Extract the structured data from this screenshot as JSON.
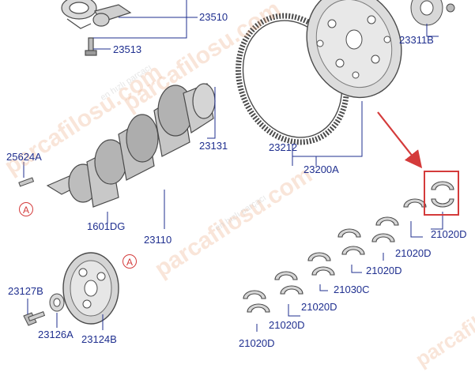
{
  "diagram": {
    "parts": {
      "p23510": "23510",
      "p23513": "23513",
      "p23311B": "23311B",
      "p25624A": "25624A",
      "p23131": "23131",
      "p23212": "23212",
      "p23200A": "23200A",
      "p1601DG": "1601DG",
      "p23110": "23110",
      "p21020D_1": "21020D",
      "p21020D_2": "21020D",
      "p21020D_3": "21020D",
      "p21030C": "21030C",
      "p21020D_4": "21020D",
      "p21020D_5": "21020D",
      "p21020D_6": "21020D",
      "p23127B": "23127B",
      "p23126A": "23126A",
      "p23124B": "23124B"
    },
    "refs": {
      "a1": "A",
      "a2": "A"
    },
    "watermark": {
      "brand": "parcafilosu.com",
      "tagline": "en hızlı parçacı"
    },
    "colors": {
      "label": "#1f2f8f",
      "line": "#1f2f8f",
      "drawing": "#4a4a4a",
      "highlight": "#d43b3b",
      "watermark": "#eba078"
    }
  }
}
